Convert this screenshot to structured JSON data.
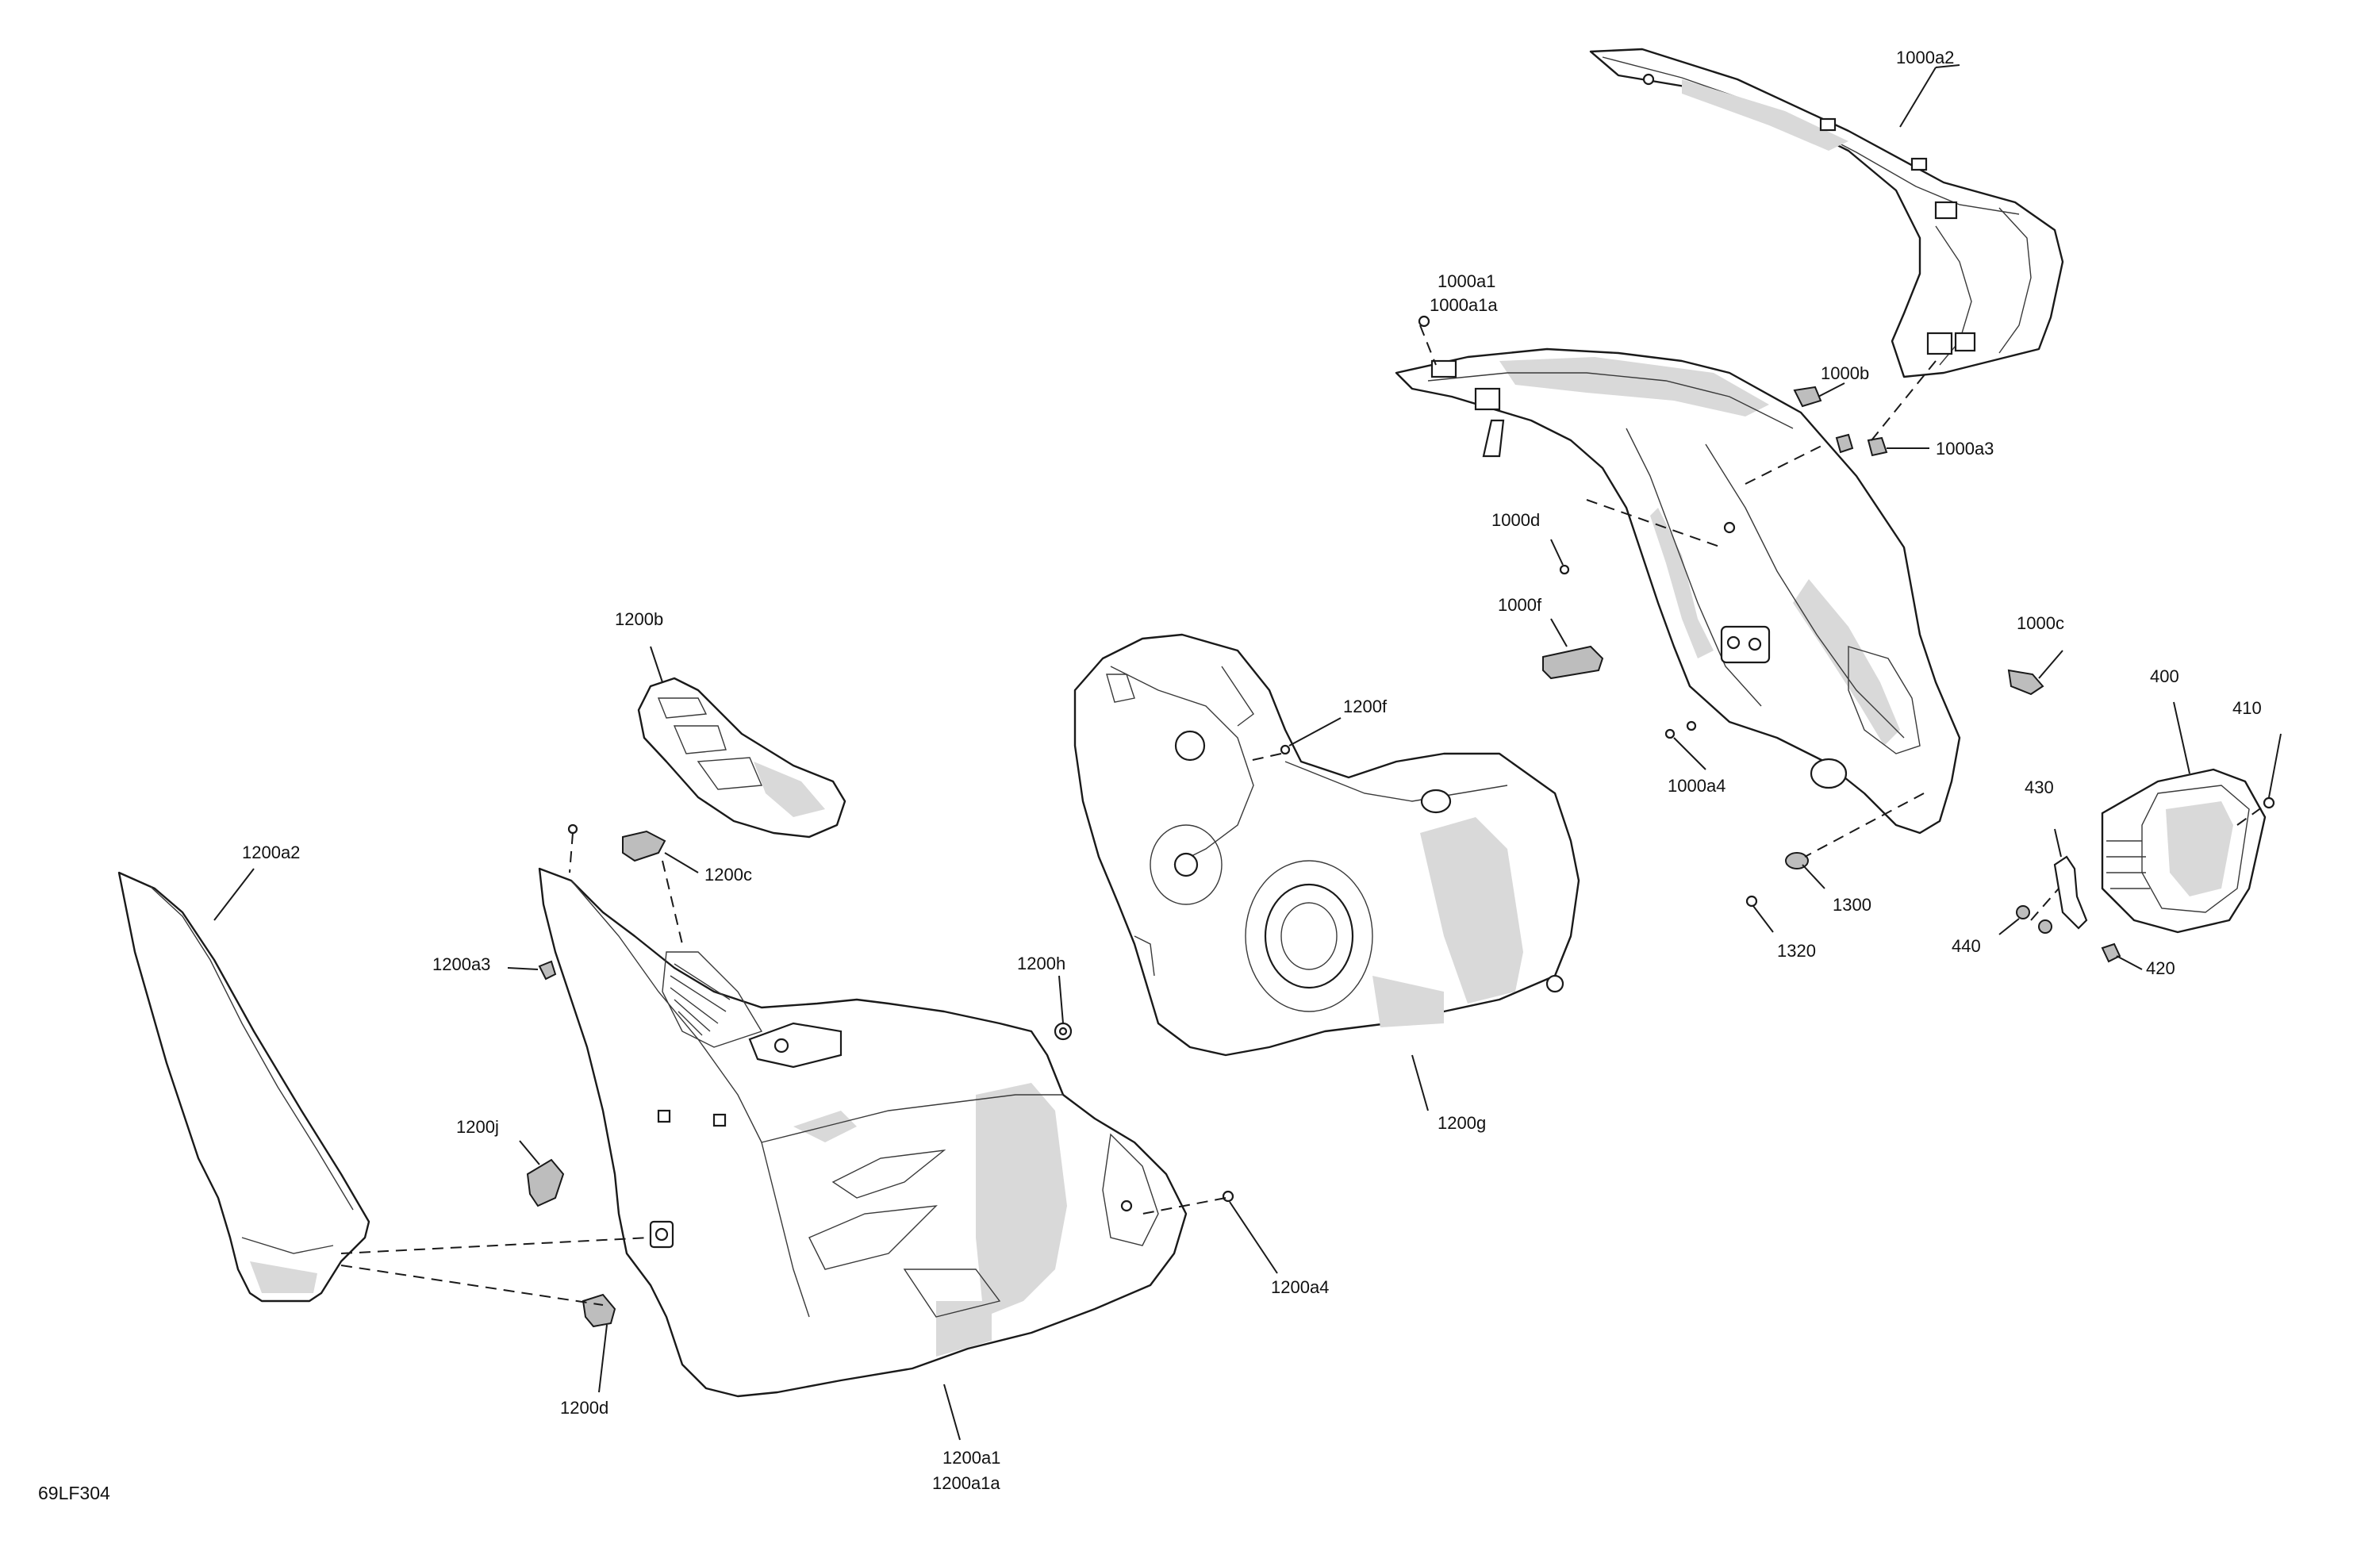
{
  "diagram_code": "69LF304",
  "labels": {
    "p1000a2": "1000a2",
    "p1000a1": "1000a1",
    "p1000a1a": "1000a1a",
    "p1000b": "1000b",
    "p1000a3": "1000a3",
    "p1000d": "1000d",
    "p1000f": "1000f",
    "p1000c": "1000c",
    "p1000a4": "1000a4",
    "p400": "400",
    "p410": "410",
    "p430": "430",
    "p1300": "1300",
    "p1320": "1320",
    "p440": "440",
    "p420": "420",
    "p1200b": "1200b",
    "p1200f": "1200f",
    "p1200a2": "1200a2",
    "p1200c": "1200c",
    "p1200a3": "1200a3",
    "p1200h": "1200h",
    "p1200j": "1200j",
    "p1200g": "1200g",
    "p1200a4": "1200a4",
    "p1200d": "1200d",
    "p1200a1": "1200a1",
    "p1200a1a": "1200a1a"
  }
}
